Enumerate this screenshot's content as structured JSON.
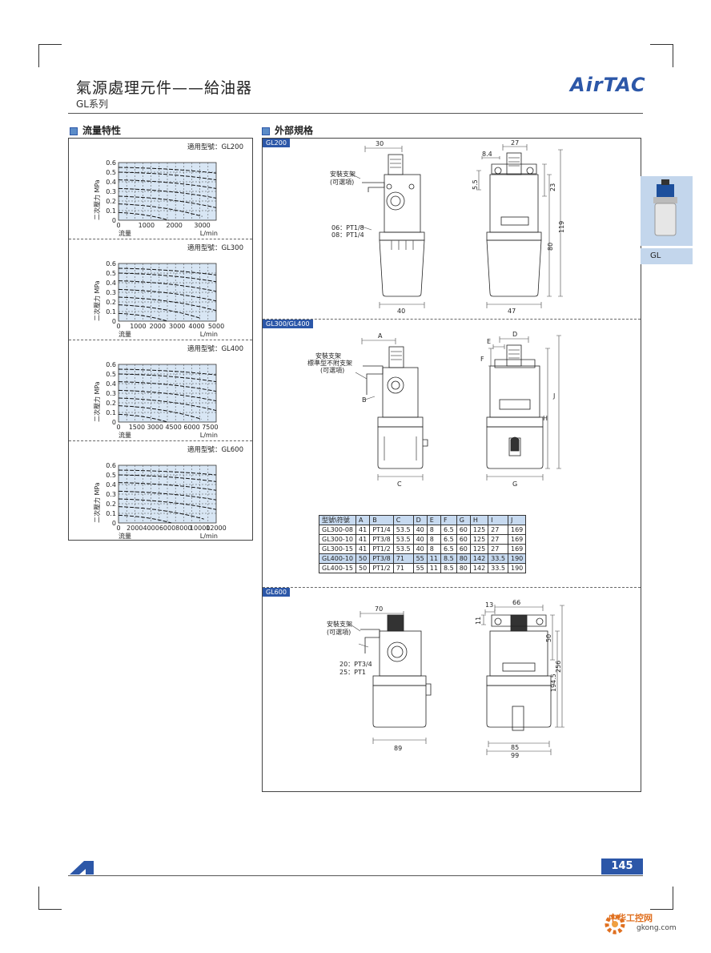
{
  "page": {
    "title": "氣源處理元件——給油器",
    "subtitle": "GL系列",
    "logo": "AirTAC",
    "page_number": "145",
    "side_tab": "GL",
    "accent": "#2c57a8",
    "watermark_cn": "中华工控网",
    "watermark_url": "gkong.com"
  },
  "sections": {
    "flow": "流量特性",
    "dimensions": "外部規格"
  },
  "chart_data": [
    {
      "type": "line",
      "title": "適用型號：GL200",
      "ylabel": "二次壓力 MPa",
      "xlabel": "流量",
      "xunit": "L/min",
      "ylim": [
        0,
        0.6
      ],
      "xlim": [
        0,
        3500
      ],
      "xticks": [
        "0",
        "1000",
        "2000",
        "3000"
      ],
      "yticks": [
        "0",
        "0.1",
        "0.2",
        "0.3",
        "0.4",
        "0.5",
        "0.6"
      ],
      "series": [
        {
          "values": [
            [
              0,
              0.55
            ],
            [
              3500,
              0.49
            ]
          ]
        },
        {
          "values": [
            [
              0,
              0.5
            ],
            [
              3500,
              0.42
            ]
          ]
        },
        {
          "values": [
            [
              0,
              0.42
            ],
            [
              3500,
              0.33
            ]
          ]
        },
        {
          "values": [
            [
              0,
              0.33
            ],
            [
              3500,
              0.23
            ]
          ]
        },
        {
          "values": [
            [
              0,
              0.25
            ],
            [
              3500,
              0.13
            ]
          ]
        },
        {
          "values": [
            [
              0,
              0.17
            ],
            [
              3000,
              0.04
            ]
          ]
        },
        {
          "values": [
            [
              0,
              0.08
            ],
            [
              1800,
              0.0
            ]
          ]
        }
      ]
    },
    {
      "type": "line",
      "title": "適用型號：GL300",
      "ylabel": "二次壓力 MPa",
      "xlabel": "流量",
      "xunit": "L/min",
      "ylim": [
        0,
        0.6
      ],
      "xlim": [
        0,
        5000
      ],
      "xticks": [
        "0",
        "1000",
        "2000",
        "3000",
        "4000",
        "5000"
      ],
      "yticks": [
        "0",
        "0.1",
        "0.2",
        "0.3",
        "0.4",
        "0.5",
        "0.6"
      ],
      "series": [
        {
          "values": [
            [
              0,
              0.55
            ],
            [
              5000,
              0.48
            ]
          ]
        },
        {
          "values": [
            [
              0,
              0.5
            ],
            [
              5000,
              0.41
            ]
          ]
        },
        {
          "values": [
            [
              0,
              0.42
            ],
            [
              5000,
              0.31
            ]
          ]
        },
        {
          "values": [
            [
              0,
              0.33
            ],
            [
              5000,
              0.21
            ]
          ]
        },
        {
          "values": [
            [
              0,
              0.25
            ],
            [
              5000,
              0.11
            ]
          ]
        },
        {
          "values": [
            [
              0,
              0.17
            ],
            [
              4200,
              0.03
            ]
          ]
        },
        {
          "values": [
            [
              0,
              0.08
            ],
            [
              2500,
              0.0
            ]
          ]
        }
      ]
    },
    {
      "type": "line",
      "title": "適用型號：GL400",
      "ylabel": "二次壓力 MPa",
      "xlabel": "流量",
      "xunit": "L/min",
      "ylim": [
        0,
        0.6
      ],
      "xlim": [
        0,
        8000
      ],
      "xticks": [
        "0",
        "1500",
        "3000",
        "4500",
        "6000",
        "7500"
      ],
      "yticks": [
        "0",
        "0.1",
        "0.2",
        "0.3",
        "0.4",
        "0.5",
        "0.6"
      ],
      "series": [
        {
          "values": [
            [
              0,
              0.55
            ],
            [
              8000,
              0.49
            ]
          ]
        },
        {
          "values": [
            [
              0,
              0.5
            ],
            [
              8000,
              0.42
            ]
          ]
        },
        {
          "values": [
            [
              0,
              0.42
            ],
            [
              8000,
              0.32
            ]
          ]
        },
        {
          "values": [
            [
              0,
              0.33
            ],
            [
              8000,
              0.22
            ]
          ]
        },
        {
          "values": [
            [
              0,
              0.25
            ],
            [
              8000,
              0.12
            ]
          ]
        },
        {
          "values": [
            [
              0,
              0.17
            ],
            [
              6800,
              0.03
            ]
          ]
        },
        {
          "values": [
            [
              0,
              0.08
            ],
            [
              4000,
              0.0
            ]
          ]
        }
      ]
    },
    {
      "type": "line",
      "title": "適用型號：GL600",
      "ylabel": "二次壓力 MPa",
      "xlabel": "流量",
      "xunit": "L/min",
      "ylim": [
        0,
        0.6
      ],
      "xlim": [
        0,
        12000
      ],
      "xticks": [
        "0",
        "2000",
        "4000",
        "6000",
        "8000",
        "10000",
        "12000"
      ],
      "yticks": [
        "0",
        "0.1",
        "0.2",
        "0.3",
        "0.4",
        "0.5",
        "0.6"
      ],
      "series": [
        {
          "values": [
            [
              0,
              0.55
            ],
            [
              12000,
              0.5
            ]
          ]
        },
        {
          "values": [
            [
              0,
              0.5
            ],
            [
              12000,
              0.43
            ]
          ]
        },
        {
          "values": [
            [
              0,
              0.42
            ],
            [
              12000,
              0.34
            ]
          ]
        },
        {
          "values": [
            [
              0,
              0.33
            ],
            [
              12000,
              0.24
            ]
          ]
        },
        {
          "values": [
            [
              0,
              0.25
            ],
            [
              12000,
              0.14
            ]
          ]
        },
        {
          "values": [
            [
              0,
              0.17
            ],
            [
              10500,
              0.04
            ]
          ]
        },
        {
          "values": [
            [
              0,
              0.08
            ],
            [
              6500,
              0.0
            ]
          ]
        }
      ]
    }
  ],
  "panels": {
    "gl200": {
      "tag": "GL200",
      "bracket": "安裝支架",
      "optional": "(可選項)",
      "port1": "06：PT1/8",
      "port2": "08：PT1/4",
      "d30": "30",
      "d40": "40",
      "d27": "27",
      "d8_4": "8.4",
      "d5_5": "5.5",
      "d23": "23",
      "d80": "80",
      "d119": "119",
      "d47": "47"
    },
    "gl300": {
      "tag": "GL300/GL400",
      "bracket": "安裝支架",
      "note": "標準型不附支架",
      "optional": "(可選項)",
      "A": "A",
      "B": "B",
      "C": "C",
      "D": "D",
      "E": "E",
      "F": "F",
      "G": "G",
      "H": "H",
      "J": "J"
    },
    "gl600": {
      "tag": "GL600",
      "bracket": "安裝支架",
      "optional": "(可選項)",
      "port1": "20：PT3/4",
      "port2": "25：PT1",
      "d70": "70",
      "d89": "89",
      "d13": "13",
      "d66": "66",
      "d11": "11",
      "d50": "50",
      "d194": "194.5",
      "d256": "256",
      "d85": "85",
      "d99": "99"
    }
  },
  "spec_table": {
    "headers": [
      "型號\\符號",
      "A",
      "B",
      "C",
      "D",
      "E",
      "F",
      "G",
      "H",
      "I",
      "J"
    ],
    "rows": [
      [
        "GL300-08",
        "41",
        "PT1/4",
        "53.5",
        "40",
        "8",
        "6.5",
        "60",
        "125",
        "27",
        "169"
      ],
      [
        "GL300-10",
        "41",
        "PT3/8",
        "53.5",
        "40",
        "8",
        "6.5",
        "60",
        "125",
        "27",
        "169"
      ],
      [
        "GL300-15",
        "41",
        "PT1/2",
        "53.5",
        "40",
        "8",
        "6.5",
        "60",
        "125",
        "27",
        "169"
      ],
      [
        "GL400-10",
        "50",
        "PT3/8",
        "71",
        "55",
        "11",
        "8.5",
        "80",
        "142",
        "33.5",
        "190"
      ],
      [
        "GL400-15",
        "50",
        "PT1/2",
        "71",
        "55",
        "11",
        "8.5",
        "80",
        "142",
        "33.5",
        "190"
      ]
    ]
  }
}
